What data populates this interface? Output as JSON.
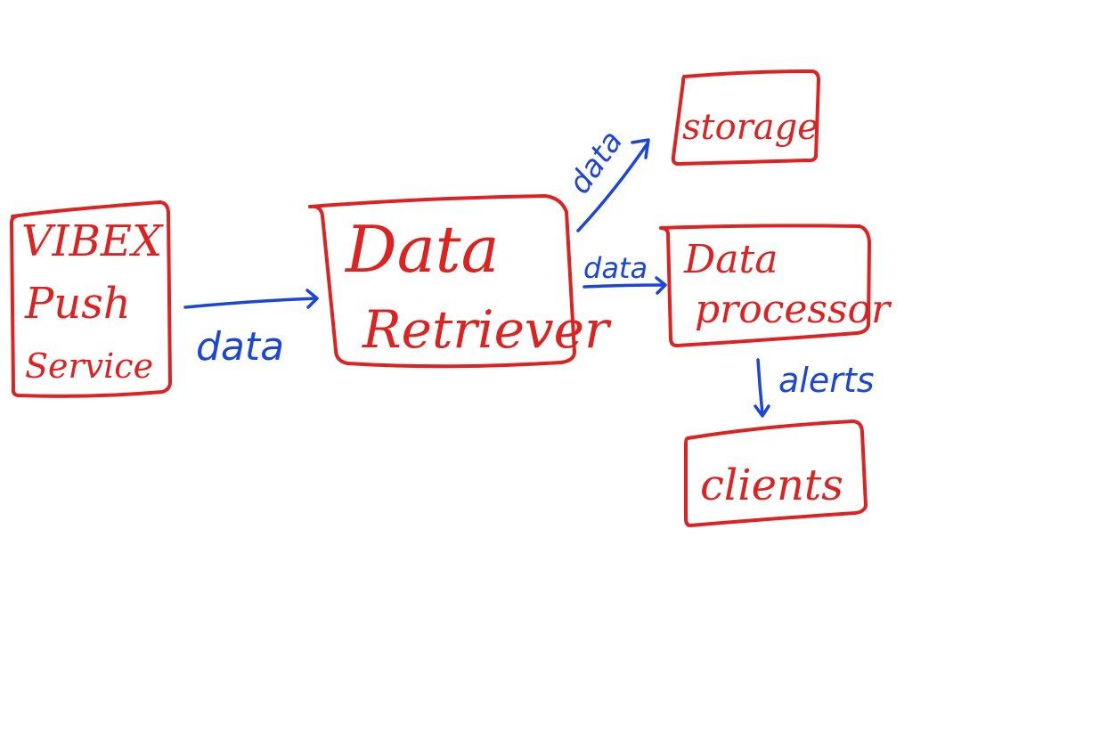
{
  "colors": {
    "node": "#dd2222",
    "edge": "#1c46d8",
    "background": "#ffffff"
  },
  "nodes": {
    "vibex": {
      "lines": [
        "VIBEX",
        "Push",
        "Service"
      ]
    },
    "retriever": {
      "lines": [
        "Data",
        "Retriever"
      ]
    },
    "storage": {
      "lines": [
        "storage"
      ]
    },
    "processor": {
      "lines": [
        "Data",
        "processor"
      ]
    },
    "clients": {
      "lines": [
        "clients"
      ]
    }
  },
  "edges": {
    "vibex_to_retriever": {
      "label": "data"
    },
    "retriever_to_storage": {
      "label": "data"
    },
    "retriever_to_processor": {
      "label": "data"
    },
    "processor_to_clients": {
      "label": "alerts"
    }
  }
}
